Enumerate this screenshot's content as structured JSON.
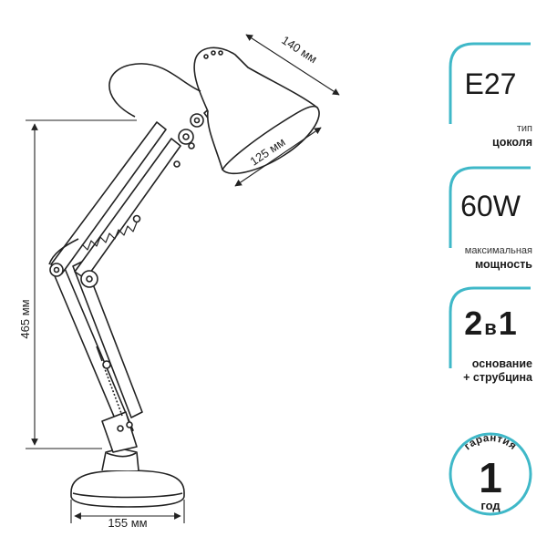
{
  "dimensions": {
    "shade_width": "140 мм",
    "shade_height": "125 мм",
    "total_height": "465 мм",
    "base_width": "155 мм"
  },
  "badges": [
    {
      "value": "E27",
      "caption_line1": "тип",
      "caption_line2": "цоколя"
    },
    {
      "value": "60W",
      "caption_line1": "максимальная",
      "caption_line2": "мощность"
    },
    {
      "value_main": "2",
      "value_mid": "в",
      "value_end": "1",
      "caption_line1": "основание",
      "caption_line2": "+ струбцина"
    }
  ],
  "warranty": {
    "label": "гарантия",
    "value": "1",
    "unit": "год"
  },
  "colors": {
    "accent": "#3fb8c8",
    "line": "#222222"
  }
}
